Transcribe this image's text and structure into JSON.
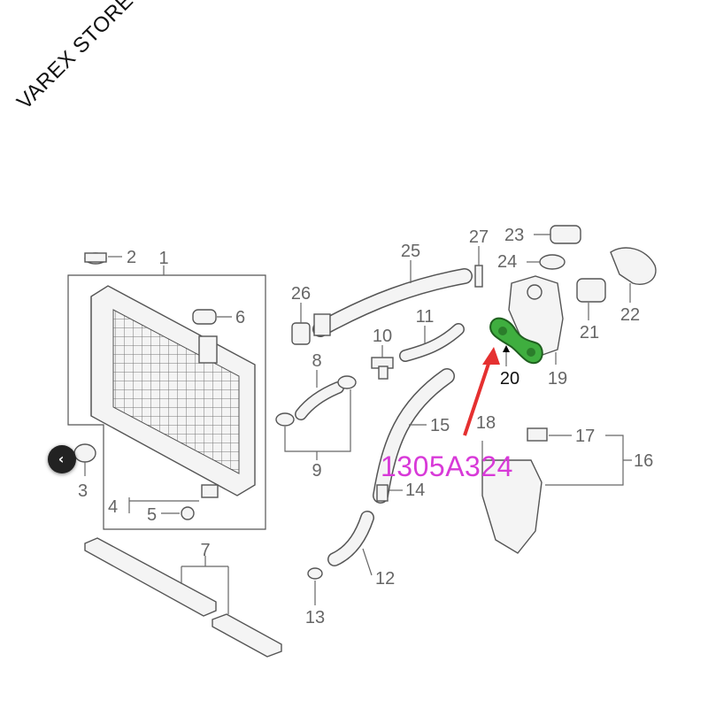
{
  "watermark": "VAREX STORE",
  "highlight_code": "1305A324",
  "highlight_color": "#d83ad8",
  "gasket_color": "#3fae3f",
  "arrow_color": "#e53030",
  "nav_button": {
    "icon": "chevron-left-icon",
    "glyph": "‹"
  },
  "callouts": {
    "c1": "1",
    "c2": "2",
    "c3": "3",
    "c4": "4",
    "c5": "5",
    "c6": "6",
    "c7": "7",
    "c8": "8",
    "c9": "9",
    "c10": "10",
    "c11": "11",
    "c12": "12",
    "c13": "13",
    "c14": "14",
    "c15": "15",
    "c16": "16",
    "c17": "17",
    "c18": "18",
    "c19": "19",
    "c20": "20",
    "c21": "21",
    "c22": "22",
    "c23": "23",
    "c24": "24",
    "c25": "25",
    "c26": "26",
    "c27": "27"
  }
}
